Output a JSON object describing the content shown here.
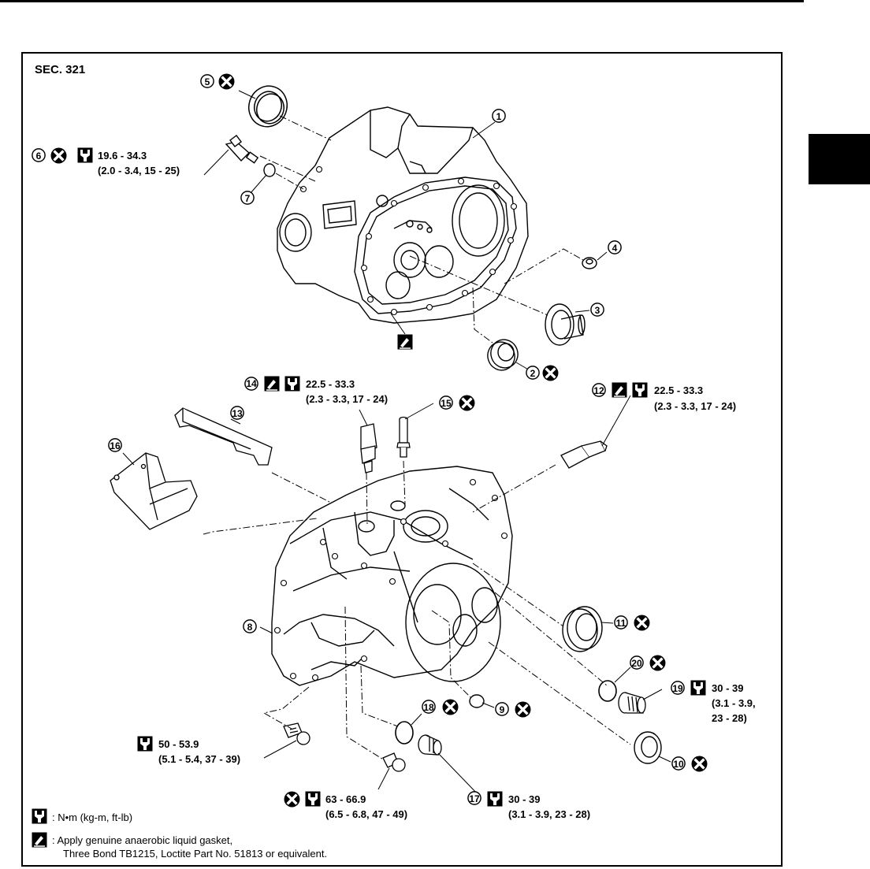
{
  "section": "SEC. 321",
  "torque_labels": {
    "p6_line1": "19.6 - 34.3",
    "p6_line2": "(2.0 - 3.4, 15 - 25)",
    "p14_line1": "22.5 - 33.3",
    "p14_line2": "(2.3 - 3.3, 17 - 24)",
    "p12_line1": "22.5 - 33.3",
    "p12_line2": "(2.3 - 3.3, 17 - 24)",
    "p19_line1": "30 - 39",
    "p19_line2": "(3.1 - 3.9,",
    "p19_line3": "23 - 28)",
    "bolt_line1": "50 - 53.9",
    "bolt_line2": "(5.1 - 5.4, 37 - 39)",
    "bolt2_line1": "63 - 66.9",
    "bolt2_line2": "(6.5 - 6.8, 47 - 49)",
    "p17_line1": "30 - 39",
    "p17_line2": "(3.1 - 3.9, 23 - 28)"
  },
  "part_numbers": [
    "1",
    "2",
    "3",
    "4",
    "5",
    "6",
    "7",
    "8",
    "9",
    "10",
    "11",
    "12",
    "13",
    "14",
    "15",
    "16",
    "17",
    "18",
    "19",
    "20"
  ],
  "legend": {
    "torque": ": N•m (kg-m, ft-lb)",
    "gasket_line1": ": Apply genuine anaerobic liquid gasket,",
    "gasket_line2": "Three Bond TB1215, Loctite Part No. 51813 or equivalent."
  },
  "icons": {
    "torque": "torque-wrench-icon",
    "gasket": "liquid-gasket-icon",
    "no_reuse": "do-not-reuse-icon"
  }
}
